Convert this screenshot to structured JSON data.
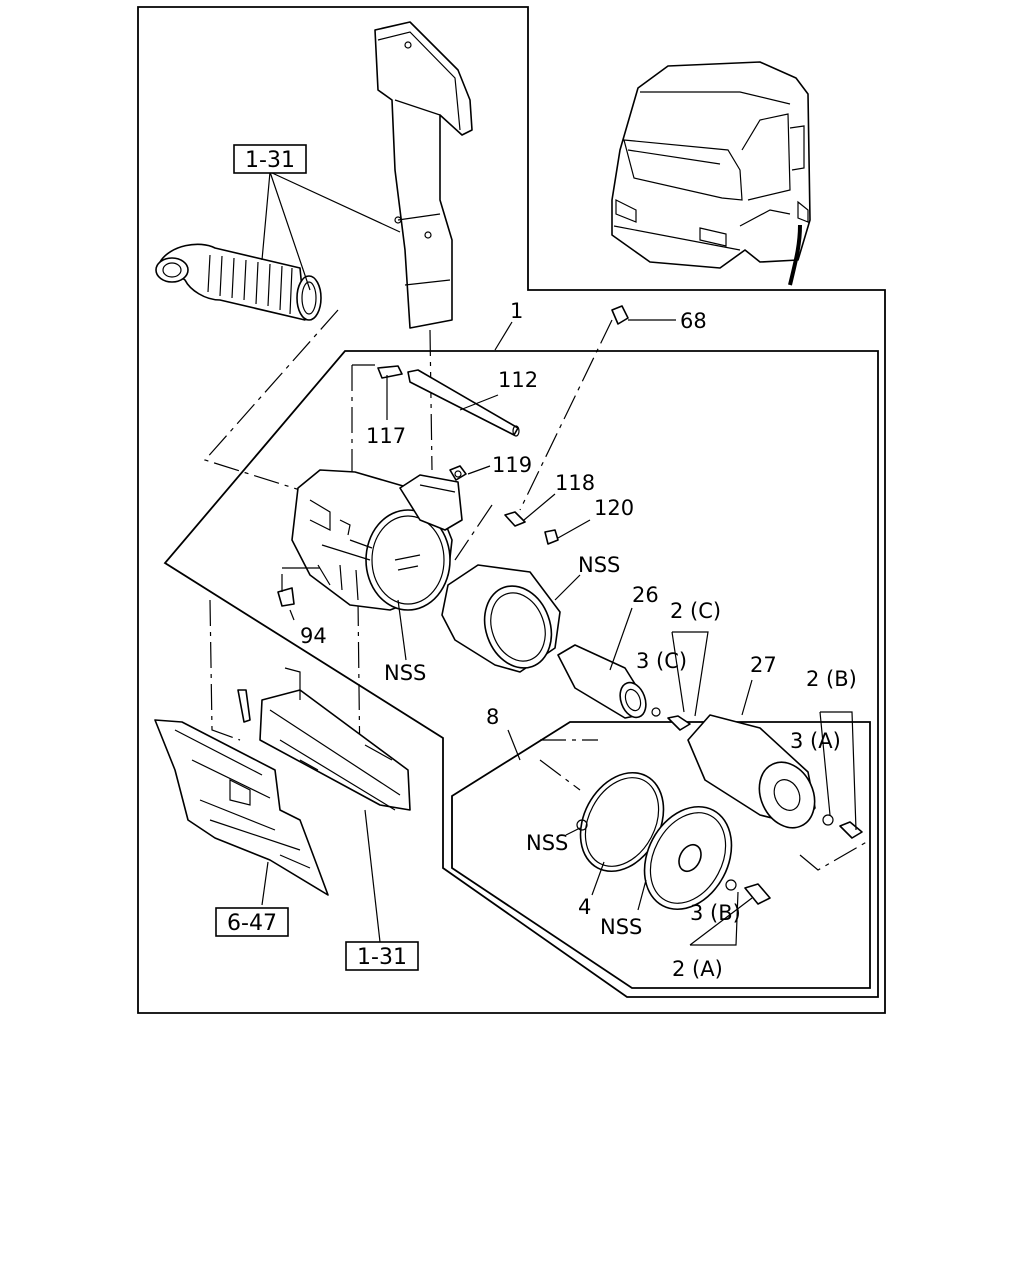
{
  "labels": {
    "p1": "1",
    "p68": "68",
    "p112": "112",
    "p117": "117",
    "p119": "119",
    "p118": "118",
    "p120": "120",
    "nss_outer_filter": "NSS",
    "p26": "26",
    "p2c": "2 (C)",
    "p3c": "3 (C)",
    "p27": "27",
    "p2b": "2 (B)",
    "p3a": "3 (A)",
    "p94": "94",
    "nss_housing": "NSS",
    "p8": "8",
    "nss_gasket": "NSS",
    "p4": "4",
    "nss_cover": "NSS",
    "p3b": "3 (B)",
    "p2a": "2 (A)"
  },
  "ref_boxes": {
    "ref_hose": "1-31",
    "ref_frame": "1-31",
    "ref_fender": "6-47"
  }
}
